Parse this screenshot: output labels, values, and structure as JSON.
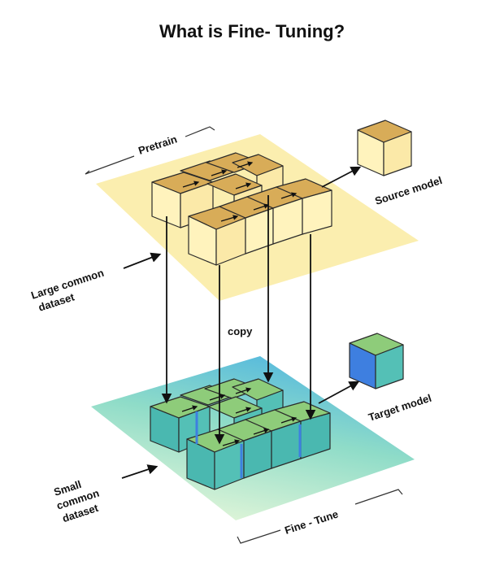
{
  "title": "What is Fine- Tuning?",
  "labels": {
    "pretrain": "Pretrain",
    "source_model": "Source model",
    "large_dataset_line1": "Large common",
    "large_dataset_line2": "dataset",
    "copy": "copy",
    "target_model": "Target model",
    "small_dataset_line1": "Small",
    "small_dataset_line2": "common",
    "small_dataset_line3": "dataset",
    "fine_tune": "Fine - Tune"
  },
  "colors": {
    "pretrain_plane": "#fbeeaf",
    "finetune_plane_top": "#52b7df",
    "finetune_plane_bottom": "#d6f3da",
    "pretrain_block_top": "#d8ac58",
    "pretrain_block_side": "#fff3bd",
    "finetune_block_top": "#8ecc7a",
    "finetune_block_side": "#4ab8b0",
    "target_model_left": "#3e7fe0"
  }
}
